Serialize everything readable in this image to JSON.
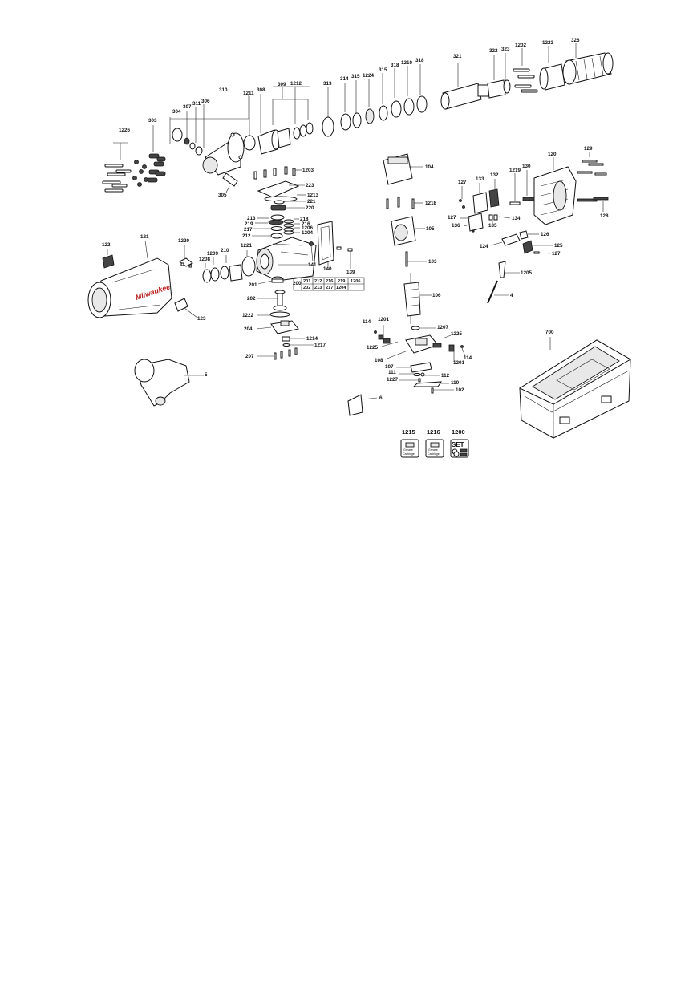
{
  "callouts": {
    "c1226": "1226",
    "c303": "303",
    "c304": "304",
    "c307": "307",
    "c311": "311",
    "c306": "306",
    "c310": "310",
    "c1211": "1211",
    "c308": "308",
    "c309": "309",
    "c1212": "1212",
    "c313": "313",
    "c314": "314",
    "c315a": "315",
    "c1224": "1224",
    "c315b": "315",
    "c318a": "318",
    "c1210": "1210",
    "c318b": "318",
    "c321": "321",
    "c322": "322",
    "c323": "323",
    "c1202": "1202",
    "c1223": "1223",
    "c326": "326",
    "c1203": "1203",
    "c305": "305",
    "c223": "223",
    "c1213": "1213",
    "c221": "221",
    "c220": "220",
    "c213": "213",
    "c219": "219",
    "c218": "218",
    "c216": "216",
    "c217": "217",
    "c1206": "1206",
    "c212": "212",
    "c1204": "1204",
    "c122": "122",
    "c121": "121",
    "c1220": "1220",
    "c1209": "1209",
    "c210": "210",
    "c1208": "1208",
    "c1221": "1221",
    "c141": "141",
    "c140": "140",
    "c139": "139",
    "c201": "201",
    "c200": "200",
    "c202": "202",
    "c1222": "1222",
    "c204": "204",
    "c1214": "1214",
    "c1217": "1217",
    "c207": "207",
    "c123": "123",
    "c5": "5",
    "c104": "104",
    "c1218": "1218",
    "c105": "105",
    "c103": "103",
    "c106": "106",
    "c114a": "114",
    "c1201a": "1201",
    "c1207": "1207",
    "c1225a": "1225",
    "c1225b": "1225",
    "c108": "108",
    "c114b": "114",
    "c1201b": "1201",
    "c107": "107",
    "c111": "111",
    "c112": "112",
    "c1227": "1227",
    "c110": "110",
    "c102": "102",
    "c6": "6",
    "c127a": "127",
    "c133": "133",
    "c132": "132",
    "c1219": "1219",
    "c130": "130",
    "c120": "120",
    "c129": "129",
    "c127b": "127",
    "c136": "136",
    "c135": "135",
    "c134": "134",
    "c128": "128",
    "c126": "126",
    "c124": "124",
    "c125": "125",
    "c127c": "127",
    "c1205": "1205",
    "c4": "4",
    "c700": "700"
  },
  "kit_table": {
    "row1": [
      "201",
      "212",
      "216",
      "219",
      "1206"
    ],
    "row2": [
      "202",
      "213",
      "217",
      "1204"
    ]
  },
  "service_kits": [
    {
      "number": "1215",
      "line1": "Grease",
      "line2": "Cartridge"
    },
    {
      "number": "1216",
      "line1": "Grease",
      "line2": "Cartridge"
    },
    {
      "number": "1200",
      "line1": "SET"
    }
  ],
  "brand_mark": "Milwaukee",
  "colors": {
    "ink": "#111111",
    "brand_red": "#bb2222",
    "background": "#ffffff"
  }
}
